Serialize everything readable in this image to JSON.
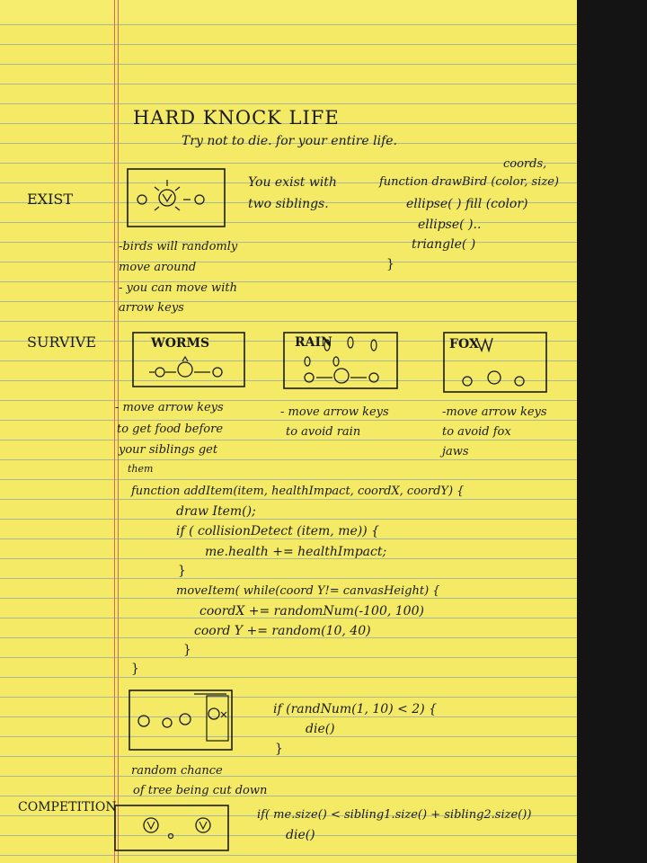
{
  "title": "HARD KNOCK LIFE",
  "subtitle": "Try not to die. for your entire life.",
  "sections": {
    "exist": "EXIST",
    "survive": "SURVIVE",
    "competition": "COMPETITION"
  },
  "exist": {
    "description": [
      "You exist with",
      "two siblings."
    ],
    "notes": [
      "-birds will randomly",
      "move around",
      "- you can move with",
      "arrow keys"
    ],
    "code": {
      "annotation": "coords,",
      "lines": [
        "function drawBird (color, size)",
        "ellipse( ) fill (color)",
        "ellipse( )..",
        "triangle( )",
        "}"
      ]
    }
  },
  "survive": {
    "panels": [
      {
        "label": "WORMS",
        "note": [
          "- move arrow keys",
          "to get food before",
          "your siblings get",
          "them"
        ]
      },
      {
        "label": "RAIN",
        "note": [
          "- move arrow keys",
          "to avoid rain"
        ]
      },
      {
        "label": "FOX",
        "note": [
          "-move arrow keys",
          "to avoid fox",
          "jaws"
        ]
      }
    ],
    "code": [
      "function addItem(item, healthImpact, coordX, coordY) {",
      "draw Item();",
      "if ( collisionDetect (item, me)) {",
      "me.health += healthImpact;",
      "}",
      "moveItem( while(coord Y!= canvasHeight) {",
      "coordX += randomNum(-100, 100)",
      "coord Y += random(10, 40)",
      "}",
      "}"
    ]
  },
  "tree": {
    "code": [
      "if (randNum(1, 10) < 2) {",
      "die()",
      "}"
    ],
    "note": [
      "random chance",
      "of tree being cut down"
    ]
  },
  "competition": {
    "code": [
      "if( me.size() < sibling1.size() + sibling2.size())",
      "die()"
    ]
  }
}
